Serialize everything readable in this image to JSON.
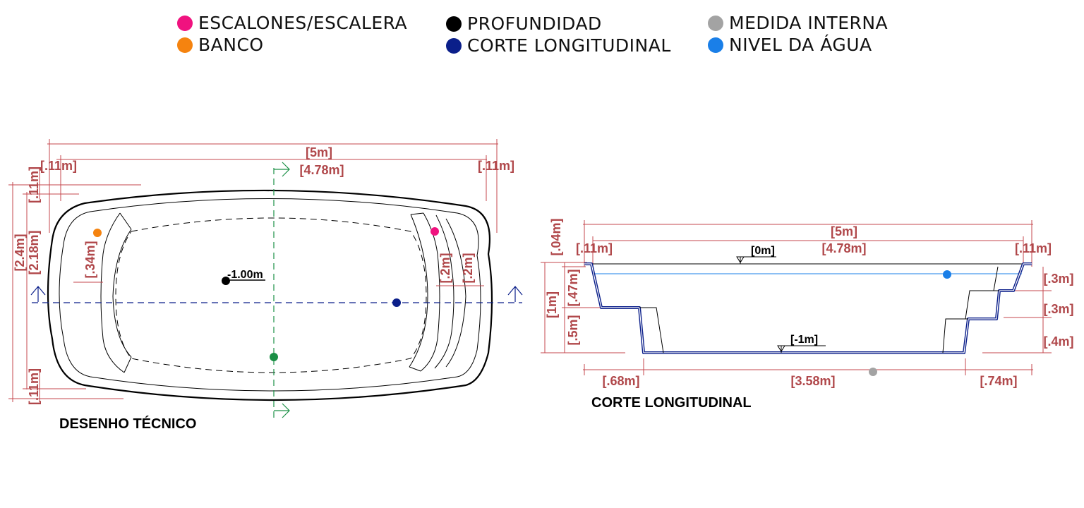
{
  "legend": [
    {
      "label": "ESCALONES/ESCALERA",
      "color": "#f0127f"
    },
    {
      "label": "BANCO",
      "color": "#f5830f"
    },
    {
      "label": "PROFUNDIDAD",
      "color": "#000000"
    },
    {
      "label": "CORTE LONGITUDINAL",
      "color": "#0b1f8a"
    },
    {
      "label": "MEDIDA INTERNA",
      "color": "#a3a3a3"
    },
    {
      "label": "NIVEL DA ÁGUA",
      "color": "#1a7fe8"
    }
  ],
  "plan": {
    "caption": "DESENHO TÉCNICO",
    "total_length": "[5m]",
    "inner_length": "[4.78m]",
    "rim_left": "[.11m]",
    "rim_right": "[.11m]",
    "rim_top": "[.11m]",
    "rim_bottom": "[.11m]",
    "total_width": "[2.4m]",
    "inner_width": "[2.18m]",
    "bench_width": "[.34m]",
    "step_1": "[.2m]",
    "step_2": "[.2m]",
    "depth": "-1.00m"
  },
  "section": {
    "caption": "CORTE LONGITUDINAL",
    "total_length": "[5m]",
    "inner_length": "[4.78m]",
    "rim_left": "[.11m]",
    "rim_right": "[.11m]",
    "rim_thickness": "[.04m]",
    "level_top": "[0m]",
    "level_bottom": "[-1m]",
    "depth_total": "[1m]",
    "left_upper": "[.47m]",
    "left_lower": "[.5m]",
    "right_top": "[.3m]",
    "right_mid": "[.3m]",
    "right_bottom": "[.4m]",
    "bottom_left": "[.68m]",
    "bottom_mid": "[3.58m]",
    "bottom_right": "[.74m]"
  }
}
